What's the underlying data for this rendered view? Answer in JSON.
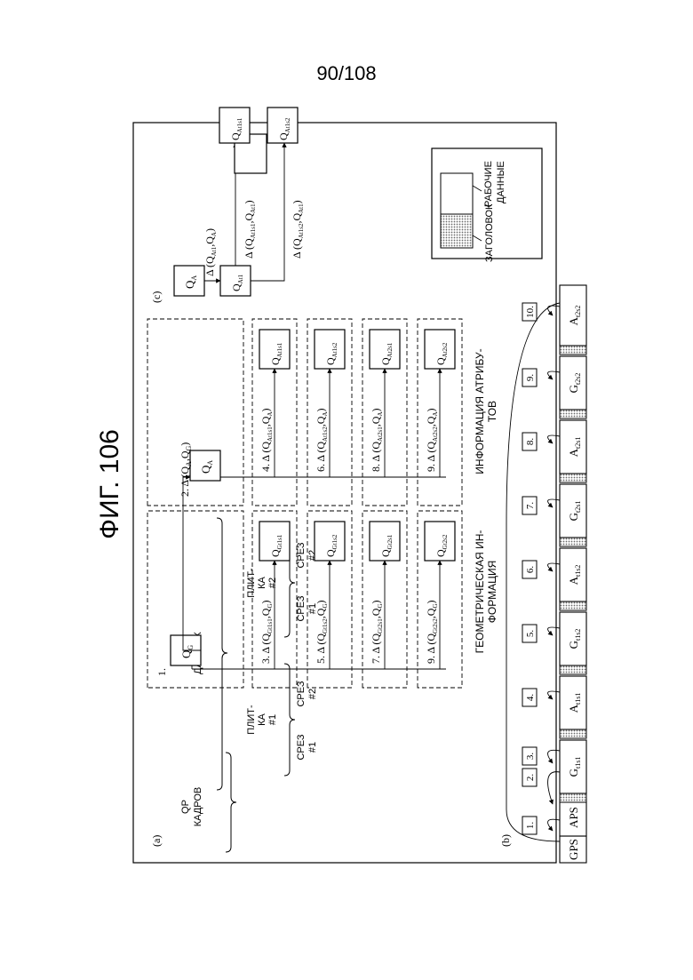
{
  "page_number": "90/108",
  "figure_title": "ФИГ. 106",
  "panel_labels": {
    "a": "(a)",
    "b": "(b)",
    "c": "(c)"
  },
  "row_labels": {
    "frame_qp": [
      "QP",
      "КАДРОВ"
    ],
    "data_qp": [
      "QP",
      "ДАННЫХ"
    ],
    "tiles": [
      [
        "ПЛИТ-",
        "КА",
        "#1"
      ],
      [
        "ПЛИТ-",
        "КА",
        "#2"
      ]
    ],
    "slices": [
      [
        "СРЕЗ",
        "#1"
      ],
      [
        "СРЕЗ",
        "#2"
      ],
      [
        "СРЕЗ",
        "#1"
      ],
      [
        "СРЕЗ",
        "#2"
      ]
    ]
  },
  "column_labels": {
    "geometry": [
      "ГЕОМЕТРИЧЕСКАЯ ИН-",
      "ФОРМАЦИЯ"
    ],
    "attribute": [
      "ИНФОРМАЦИЯ АТРИБУ-",
      "ТОВ"
    ]
  },
  "panel_a": {
    "step1": "1.",
    "qg": "Q",
    "qg_sub": "G",
    "qa": "Q",
    "qa_sub": "A",
    "step2": "2. Δ (Q",
    "step2_mid": ",Q",
    "step2_end": ")",
    "geo_rows": [
      {
        "label": "3. Δ (Q",
        "sub1": "Gt1s1",
        "sub2": "G",
        "box_sub": "Gt1s1"
      },
      {
        "label": "5. Δ (Q",
        "sub1": "Gt1s2",
        "sub2": "G",
        "box_sub": "Gt1s2"
      },
      {
        "label": "7. Δ (Q",
        "sub1": "Gt2s1",
        "sub2": "G",
        "box_sub": "Gt2s1"
      },
      {
        "label": "9. Δ (Q",
        "sub1": "Gt2s2",
        "sub2": "G",
        "box_sub": "Gt2s2"
      }
    ],
    "attr_rows": [
      {
        "label": "4. Δ (Q",
        "sub1": "At1s1",
        "sub2": "A",
        "box_sub": "At1s1"
      },
      {
        "label": "6. Δ (Q",
        "sub1": "At1s2",
        "sub2": "A",
        "box_sub": "At1s2"
      },
      {
        "label": "8. Δ (Q",
        "sub1": "At2s1",
        "sub2": "A",
        "box_sub": "At2s1"
      },
      {
        "label": "9. Δ (Q",
        "sub1": "At2s2",
        "sub2": "A",
        "box_sub": "At2s2"
      }
    ]
  },
  "panel_b": {
    "cells": [
      {
        "main": "GPS",
        "sub": ""
      },
      {
        "main": "APS",
        "sub": ""
      },
      {
        "main": "G",
        "sub": "t1s1"
      },
      {
        "main": "A",
        "sub": "t1s1"
      },
      {
        "main": "G",
        "sub": "t1s2"
      },
      {
        "main": "A",
        "sub": "t1s2"
      },
      {
        "main": "G",
        "sub": "t2s1"
      },
      {
        "main": "A",
        "sub": "t2s1"
      },
      {
        "main": "G",
        "sub": "t2s2"
      },
      {
        "main": "A",
        "sub": "t2s2"
      }
    ],
    "steps": [
      "1.",
      "2.",
      "3.",
      "4.",
      "5.",
      "6.",
      "7.",
      "8.",
      "9.",
      "10."
    ]
  },
  "legend": {
    "payload": [
      "РАБОЧИЕ",
      "ДАННЫЕ"
    ],
    "header": "ЗАГОЛОВОК"
  },
  "panel_c": {
    "qa_sub": "A",
    "qat1_sub": "At1",
    "d1": [
      "Δ (Q",
      "At1",
      ",Q",
      "A",
      ")"
    ],
    "qat1s1_sub": "At1s1",
    "qat1s2_sub": "At1s2",
    "d2": [
      "Δ (Q",
      "At1s1",
      ",Q",
      "At1",
      ")"
    ],
    "d3": [
      "Δ (Q",
      "At1s2",
      ",Q",
      "At1",
      ")"
    ]
  },
  "colors": {
    "ink": "#000000",
    "paper": "#ffffff",
    "header_fill": "#9a9a9a"
  }
}
